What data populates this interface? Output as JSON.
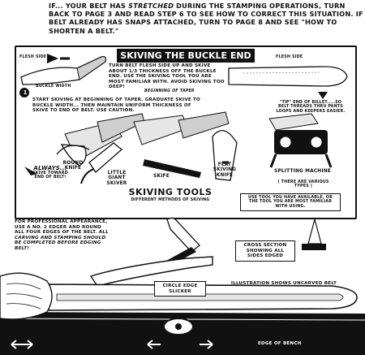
{
  "intro": {
    "p1": "If... your belt has ",
    "emph": "stretched",
    "p2": " during the stamping operations, turn back to page 3 and read step 6 to see how to correct this situation.  If belt already has snaps attached, turn to page 8 and see \"How to shorten a belt.\""
  },
  "panel": {
    "title": "SKIVING THE BUCKLE END",
    "labels": {
      "flesh_side_left": "FLESH SIDE",
      "buckle_width": "BUCKLE WIDTH",
      "beginning_of_taper": "BEGINNING OF TAPER",
      "flesh_side_right": "FLESH SIDE",
      "tip_note": "\"TIP\" END OF BILLET.....SO BELT THREADS THRU PANTS LOOPS AND KEEPERS EASIER."
    },
    "step_one": {
      "number": "1",
      "text": "TURN BELT FLESH SIDE UP AND SKIVE ABOUT 1/3 THICKNESS OFF THE BUCKLE END. USE THE SKIVING TOOL YOU ARE MOST FAMILIAR WITH. AVOID SKIVING TOO DEEP!"
    },
    "start_text": "START SKIVING AT BEGINNING OF TAPER. GRADUATE SKIVE TO BUCKLE WIDTH... THEN MAINTAIN UNIFORM THICKNESS OF SKIVE TO END OF BELT. USE CAUTION.",
    "always": {
      "head": "ALWAYS...",
      "body": "SKIVE TOWARD END OF BELT!"
    },
    "tools": {
      "round_knife": "ROUND KNIFE",
      "gimp_skiver": "LITTLE GIANT SKIVER",
      "skife": "SKIFE",
      "flat_knife": "FLAT SKIVING KNIFE",
      "splitter": "SPLITTING MACHINE",
      "splitter_note": "( THERE ARE VARIOUS TYPES )"
    },
    "tools_title": "SKIVING TOOLS",
    "tools_subtitle": "DIFFERENT METHODS OF SKIVING",
    "use_tool_note": "USE TOOL YOU HAVE AVAILABLE, OR THE TOOL YOU ARE MOST FAMILIAR WITH USING."
  },
  "bottom": {
    "edger_text": "FOR PROFESSIONAL APPEARANCE, USE A No. 2 EDGER AND ROUND ALL FOUR EDGES OF THE BELT.",
    "edger_emph": "ALL CARVING AND STAMPING SHOULD BE COMPLETED BEFORE EDGING BELT!",
    "cross_section": "CROSS SECTION SHOWING ALL SIDES EDGED",
    "slicker": "CIRCLE EDGE SLICKER",
    "illustration": "ILLUSTRATION SHOWS UNCARVED BELT",
    "bench": "EDGE OF BENCH"
  },
  "colors": {
    "ink": "#111111",
    "paper": "#ffffff",
    "shade": "#d9d9d9"
  }
}
